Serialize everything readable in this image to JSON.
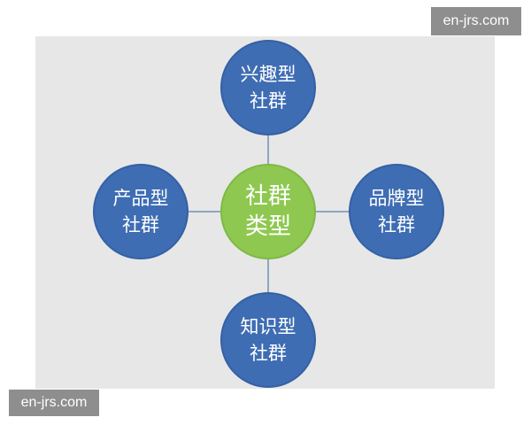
{
  "diagram": {
    "center": {
      "line1": "社群",
      "line2": "类型"
    },
    "top": {
      "line1": "兴趣型",
      "line2": "社群"
    },
    "left": {
      "line1": "产品型",
      "line2": "社群"
    },
    "right": {
      "line1": "品牌型",
      "line2": "社群"
    },
    "bottom": {
      "line1": "知识型",
      "line2": "社群"
    }
  },
  "watermarks": {
    "top_right": "en-jrs.com",
    "bottom_left": "en-jrs.com"
  },
  "colors": {
    "outer_node": "#3e6db3",
    "center_node": "#8ec850",
    "connector": "#8fa6c4",
    "background": "#e7e7e7"
  }
}
